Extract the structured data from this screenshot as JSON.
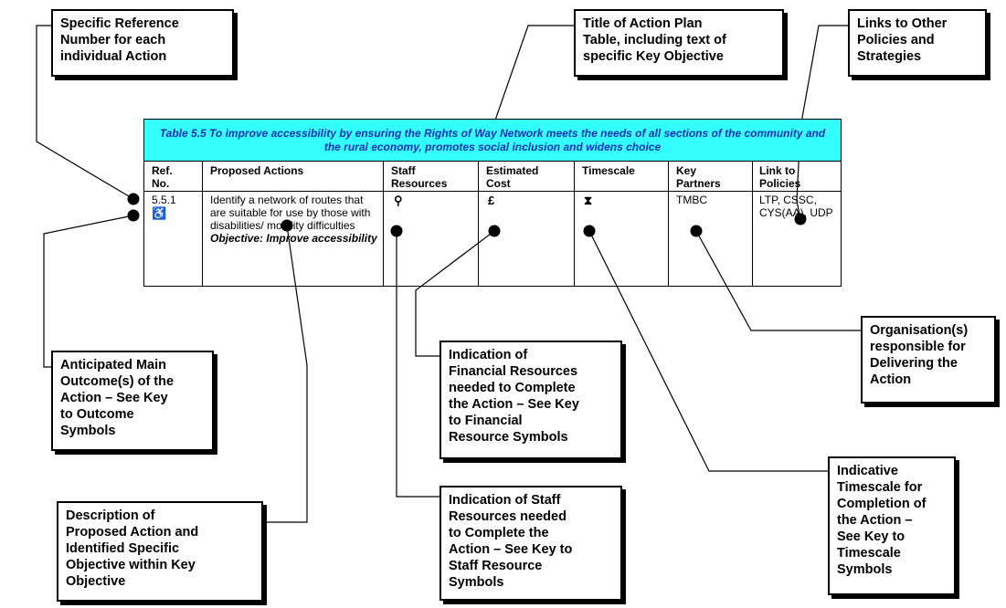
{
  "callouts": {
    "ref_number": "Specific Reference\nNumber for each\nindividual Action",
    "title": "Title of Action Plan\nTable, including text of\nspecific Key Objective",
    "links": "Links to Other\nPolicies and\nStrategies",
    "outcomes": "Anticipated Main\nOutcome(s) of the\nAction – See Key\nto Outcome\nSymbols",
    "financial": "Indication of\nFinancial Resources\nneeded to Complete\nthe Action – See Key\nto Financial\nResource Symbols",
    "organisation": "Organisation(s)\nresponsible for\nDelivering the\nAction",
    "description": "Description of\nProposed Action and\nIdentified Specific\nObjective within Key\nObjective",
    "staff": "Indication of Staff\nResources needed\nto Complete the\nAction – See Key to\nStaff Resource\nSymbols",
    "timescale": "Indicative\nTimescale for\nCompletion of\nthe Action –\nSee Key to\nTimescale\nSymbols"
  },
  "table": {
    "title": "Table 5.5 To improve accessibility by ensuring the Rights of Way Network meets the needs of all sections of the community and the rural economy, promotes social inclusion and widens choice",
    "headers": {
      "ref": "Ref.\nNo.",
      "actions": "Proposed Actions",
      "staff": "Staff\nResources",
      "cost": "Estimated\nCost",
      "timescale": "Timescale",
      "partners": "Key\nPartners",
      "link": "Link to\nPolicies"
    },
    "row": {
      "ref": "5.5.1",
      "outcome_symbol": "♿",
      "action_text": "Identify a network of routes that are suitable for use by those with disabilities/ mobility difficulties",
      "objective": "Objective: Improve accessibility",
      "staff_symbol": "⚲",
      "cost_symbol": "£",
      "timescale_symbol": "⧗",
      "partners": "TMBC",
      "link": "LTP, CSSC, CYS(AA), UDP"
    }
  },
  "colors": {
    "title_background": "#33ffff",
    "title_text": "#1a2cb0"
  }
}
